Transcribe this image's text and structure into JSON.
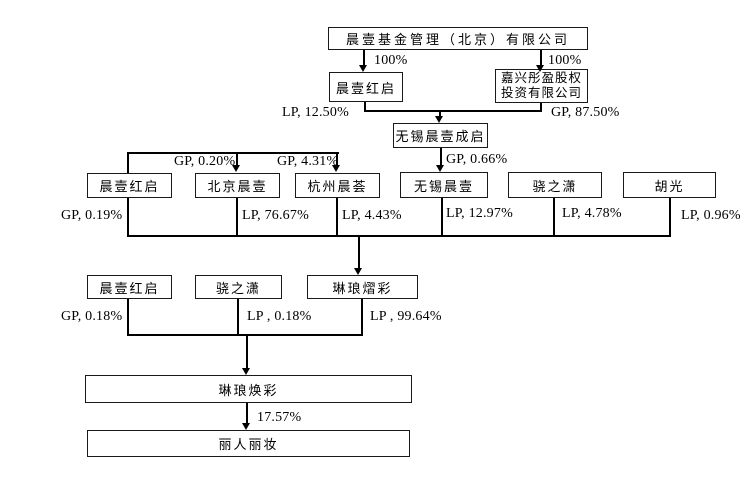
{
  "nodes": {
    "fund_mgmt": "晨壹基金管理（北京）有限公司",
    "hongqi_top": "晨壹红启",
    "jiaxing": [
      "嘉兴彤盈股权",
      "投资有限公司"
    ],
    "wuxi_chengqi": "无锡晨壹成启",
    "hongqi_mid": "晨壹红启",
    "beijing_chenyi": "北京晨壹",
    "hangzhou_chenhui": "杭州晨荟",
    "wuxi_chenyi": "无锡晨壹",
    "xiaozhixiao_mid": "骁之潇",
    "hu_guang": "胡光",
    "hongqi_low": "晨壹红启",
    "xiaozhixiao_low": "骁之潇",
    "linlang_yicai": "琳琅熠彩",
    "linlang_huancai": "琳琅焕彩",
    "liren_lizhuang": "丽人丽妆"
  },
  "labels": {
    "pct_100_left": "100%",
    "pct_100_right": "100%",
    "lp_1250": "LP, 12.50%",
    "gp_8750": "GP, 87.50%",
    "gp_066": "GP, 0.66%",
    "gp_020": "GP, 0.20%",
    "gp_431": "GP, 4.31%",
    "gp_019": "GP, 0.19%",
    "lp_7667": "LP, 76.67%",
    "lp_443": "LP, 4.43%",
    "lp_1297": "LP, 12.97%",
    "lp_478": "LP, 4.78%",
    "lp_096": "LP, 0.96%",
    "gp_018": "GP, 0.18%",
    "lp_018": "LP , 0.18%",
    "lp_9964": "LP , 99.64%",
    "pct_1757": "17.57%"
  },
  "colors": {
    "background": "#ffffff",
    "line": "#000000",
    "text": "#000000"
  }
}
